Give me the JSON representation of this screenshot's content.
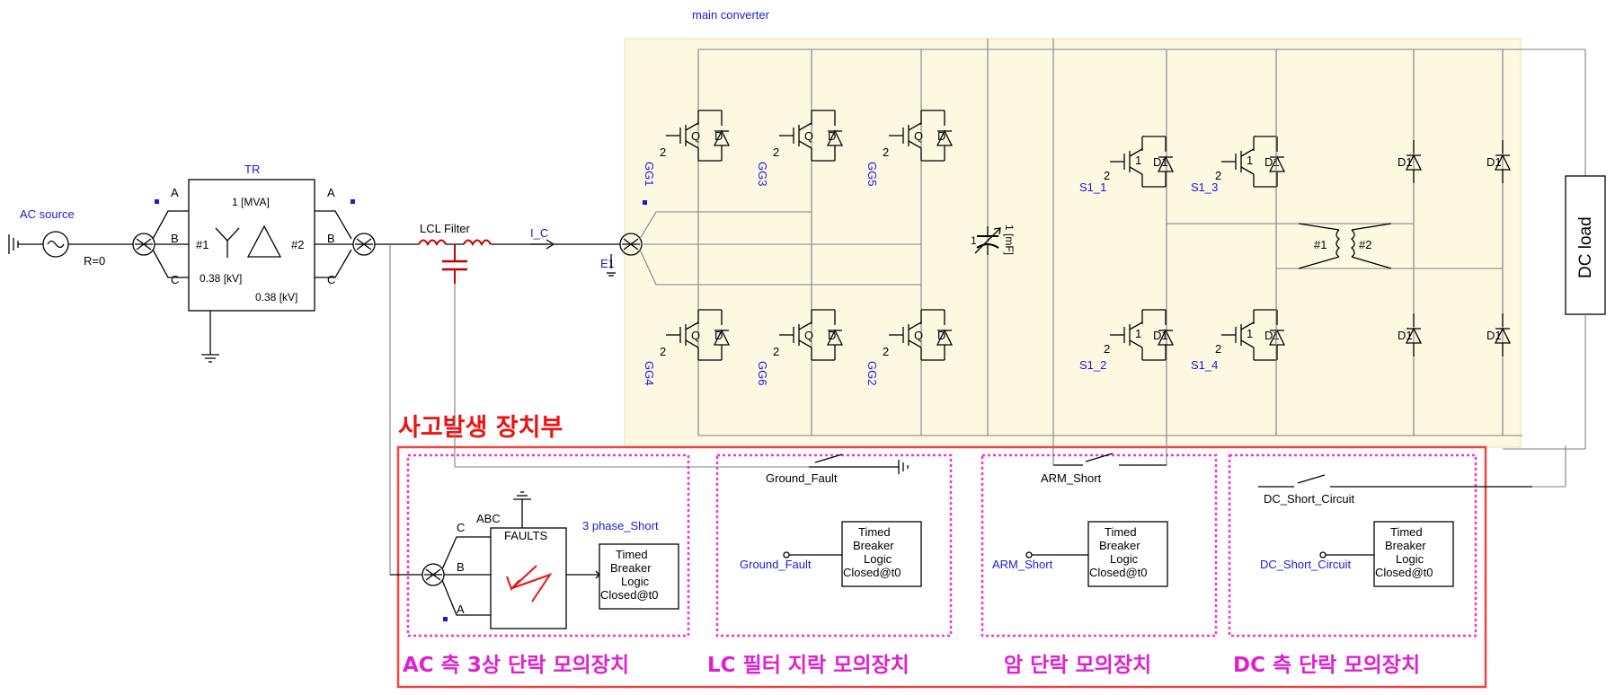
{
  "title": "main converter",
  "labels": {
    "ac_source": "AC source",
    "r0": "R=0",
    "tr": "TR",
    "tr_rating": "1 [MVA]",
    "tr_w1": "#1",
    "tr_w2": "#2",
    "tr_v1": "0.38 [kV]",
    "tr_v2": "0.38 [kV]",
    "phase_a": "A",
    "phase_b": "B",
    "phase_c": "C",
    "lcl": "LCL Filter",
    "ic": "I_C",
    "e1": "E1",
    "cap": "1 [mF]",
    "hf_w1": "#1",
    "hf_w2": "#2",
    "dc_load": "DC load",
    "gate_num": "2",
    "q": "Q",
    "d": "D",
    "d1": "D1",
    "one": "1",
    "abc": "ABC",
    "faults": "FAULTS",
    "three_phase_short": "3 phase_Short",
    "ground_fault": "Ground_Fault",
    "arm_short": "ARM_Short",
    "dc_short": "DC_Short_Circuit"
  },
  "igbt_gates": [
    "GG1",
    "GG3",
    "GG5",
    "GG4",
    "GG6",
    "GG2"
  ],
  "dcdc_gates": [
    "S1_1",
    "S1_3",
    "S1_2",
    "S1_4"
  ],
  "breaker_block": [
    "Timed",
    "Breaker",
    "Logic",
    "Closed@t0"
  ],
  "fault_section": {
    "title": "사고발생 장치부",
    "captions": [
      "AC 측 3상 단락 모의장치",
      "LC 필터 지락 모의장치",
      "암 단락 모의장치",
      "DC 측 단락 모의장치"
    ]
  },
  "colors": {
    "label_blue": "#1a1ad6",
    "highlight_red": "#ee1111",
    "magenta": "#e020d0",
    "converter_bg": "#fdf8e2"
  }
}
